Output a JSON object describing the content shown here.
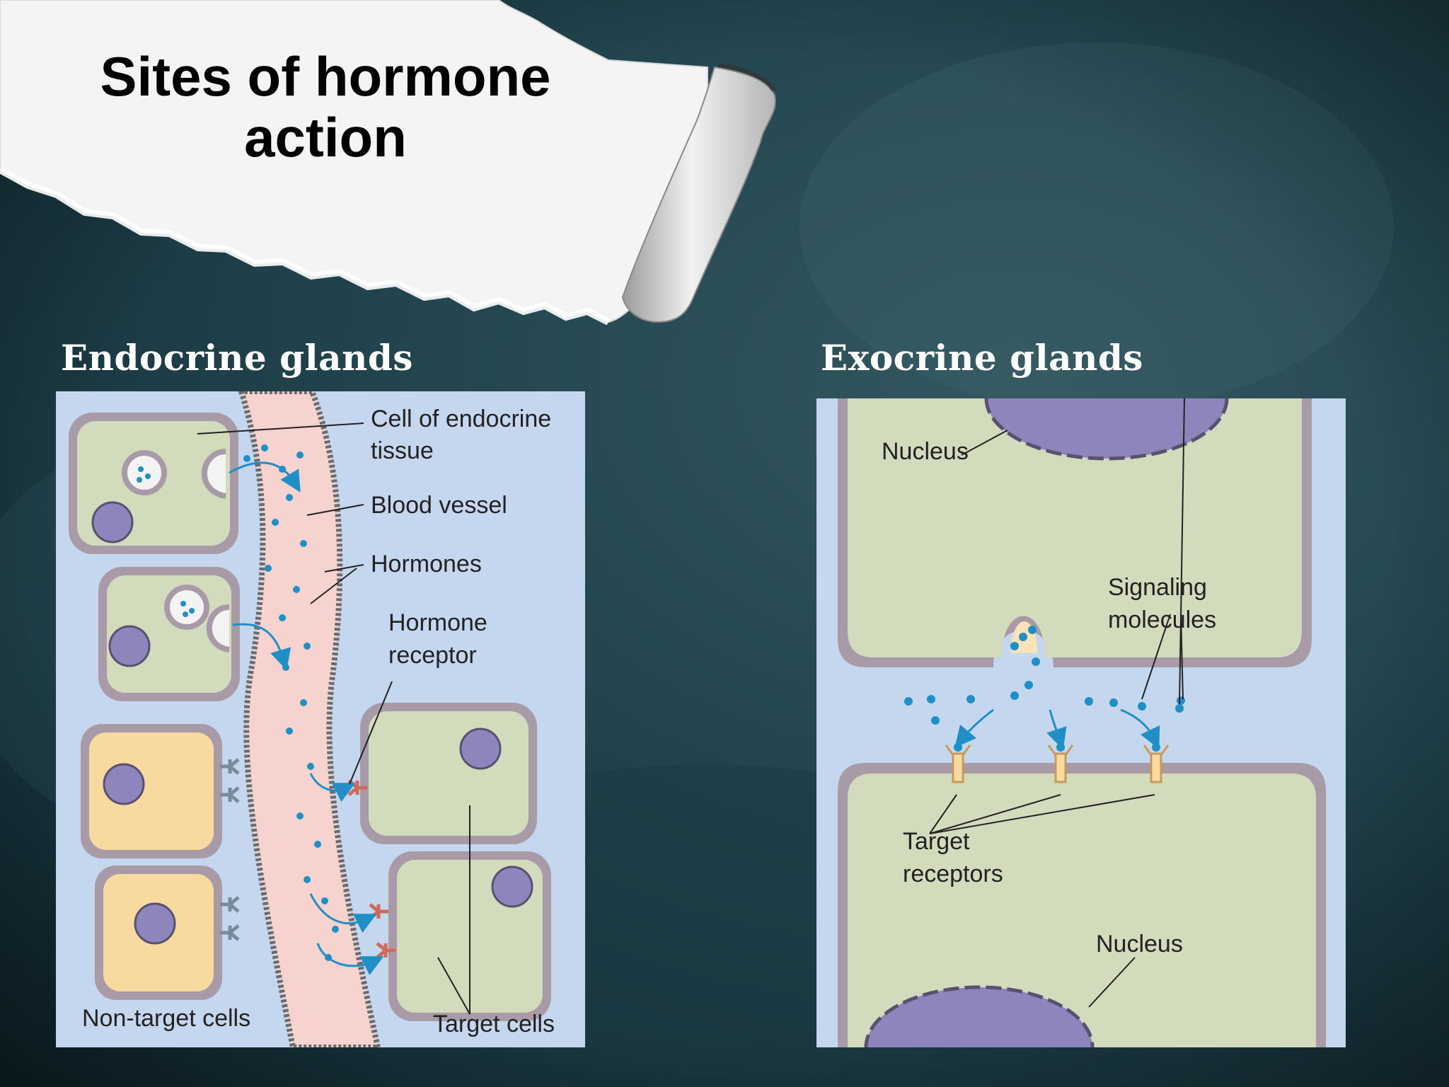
{
  "slide": {
    "title": "Sites of hormone action"
  },
  "endocrine": {
    "heading": "Endocrine glands",
    "labels": {
      "cell_tissue_1": "Cell of endocrine",
      "cell_tissue_2": "tissue",
      "blood_vessel": "Blood vessel",
      "hormones": "Hormones",
      "receptor_1": "Hormone",
      "receptor_2": "receptor",
      "non_target": "Non-target cells",
      "target": "Target cells"
    }
  },
  "exocrine": {
    "heading": "Exocrine glands",
    "labels": {
      "nucleus_top": "Nucleus",
      "signal_1": "Signaling",
      "signal_2": "molecules",
      "target_rec_1": "Target",
      "target_rec_2": "receptors",
      "nucleus_bottom": "Nucleus"
    }
  },
  "colors": {
    "background": "#234650",
    "panel": "#c5d7ee",
    "cell_green": "#d3dbbd",
    "cell_yellow": "#f8d9a0",
    "membrane": "#a99aa8",
    "nucleus": "#8f85bd",
    "vessel": "#f7d3cf",
    "molecule": "#1f8fc5"
  }
}
